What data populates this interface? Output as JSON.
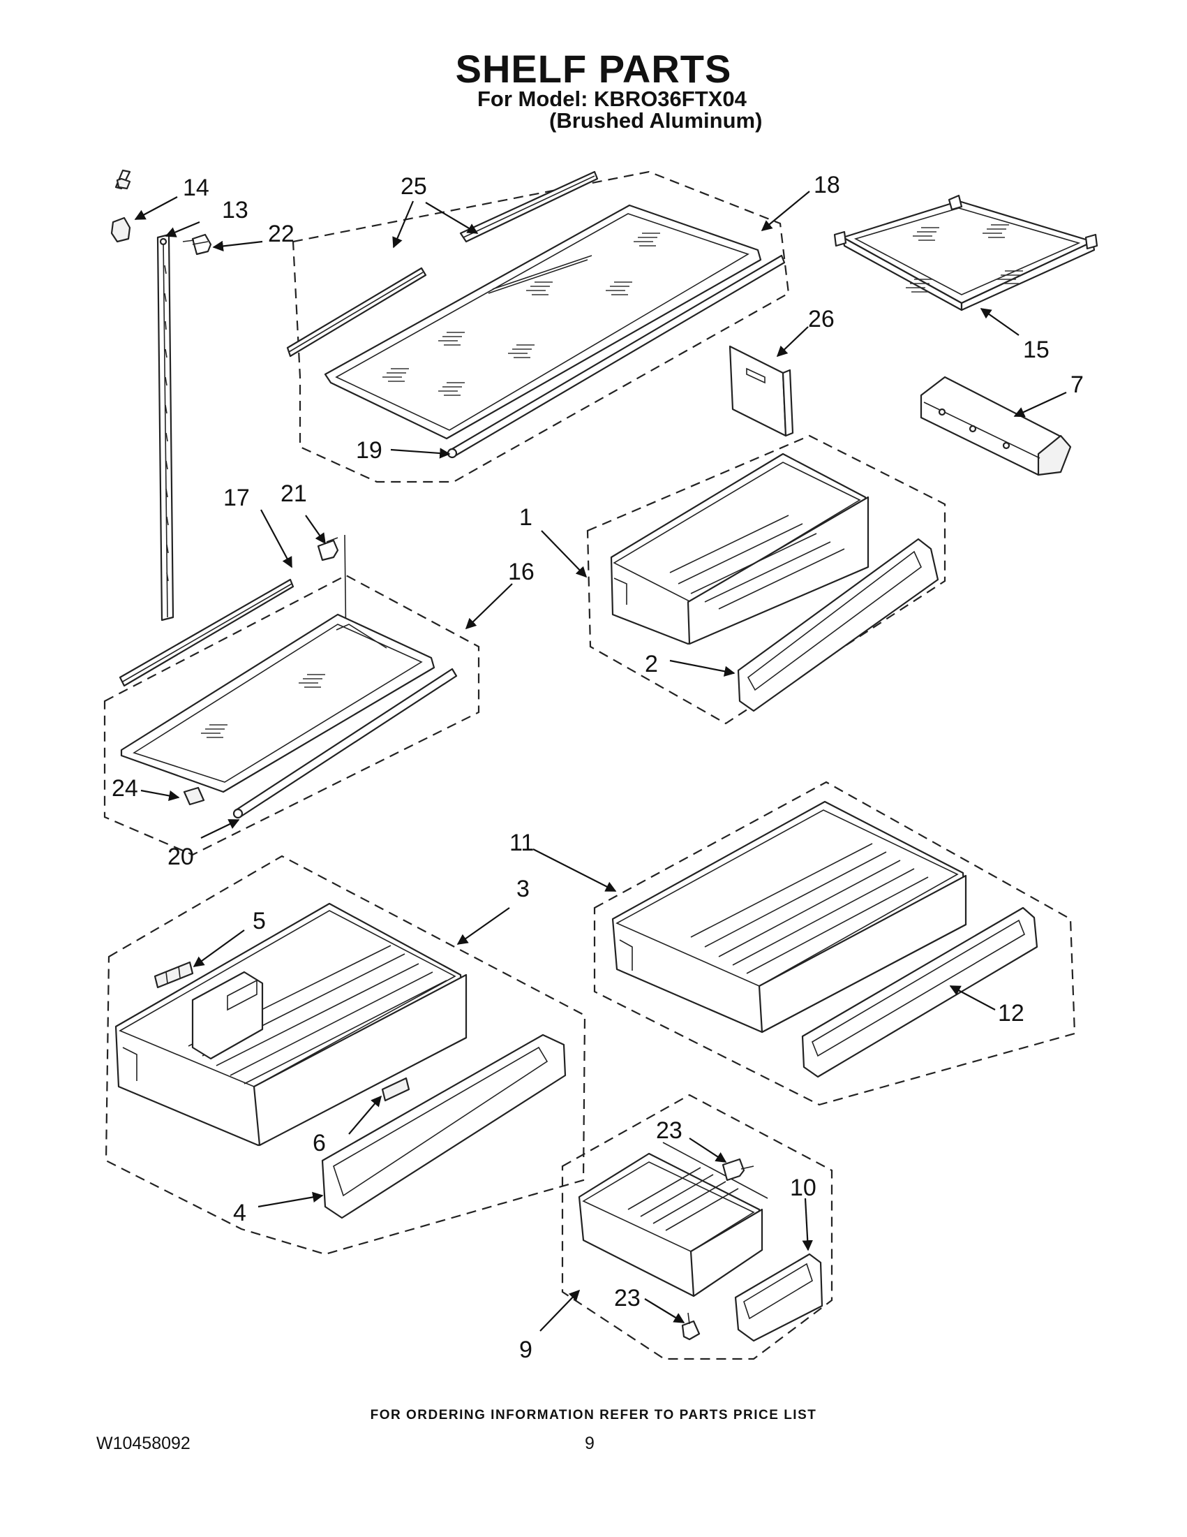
{
  "header": {
    "title": "SHELF PARTS",
    "model_line": "For Model: KBRO36FTX04",
    "finish_line": "(Brushed Aluminum)"
  },
  "callouts": {
    "p1": "1",
    "p2": "2",
    "p3": "3",
    "p4": "4",
    "p5": "5",
    "p6": "6",
    "p7": "7",
    "p9": "9",
    "p10": "10",
    "p11": "11",
    "p12": "12",
    "p13": "13",
    "p14": "14",
    "p15": "15",
    "p16": "16",
    "p17": "17",
    "p18": "18",
    "p19": "19",
    "p20": "20",
    "p21": "21",
    "p22": "22",
    "p23a": "23",
    "p23b": "23",
    "p24": "24",
    "p25": "25",
    "p26": "26"
  },
  "footer": {
    "ordering_note": "FOR ORDERING INFORMATION REFER TO PARTS PRICE LIST",
    "document_number": "W10458092",
    "page_number": "9"
  }
}
